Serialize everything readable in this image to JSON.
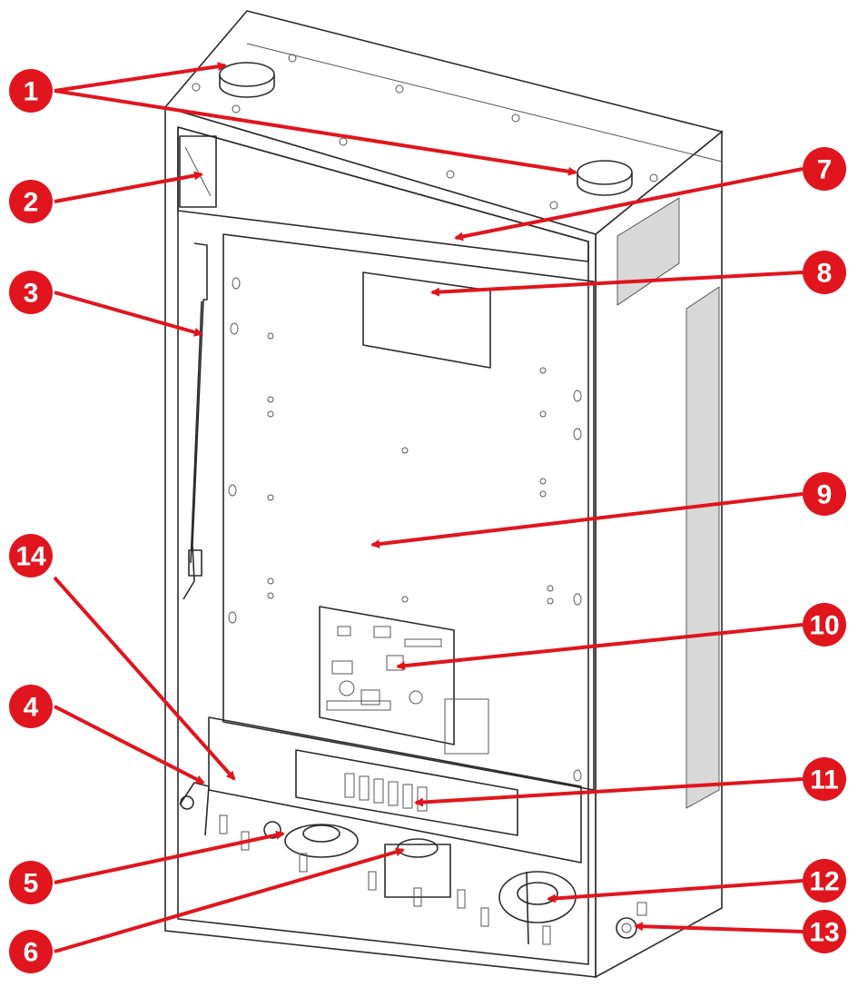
{
  "colors": {
    "accent": "#e0151d",
    "outline": "#2b2b2b",
    "background": "#ffffff"
  },
  "callouts": [
    {
      "id": "c1",
      "label": "1"
    },
    {
      "id": "c2",
      "label": "2"
    },
    {
      "id": "c3",
      "label": "3"
    },
    {
      "id": "c4",
      "label": "4"
    },
    {
      "id": "c5",
      "label": "5"
    },
    {
      "id": "c6",
      "label": "6"
    },
    {
      "id": "c7",
      "label": "7"
    },
    {
      "id": "c8",
      "label": "8"
    },
    {
      "id": "c9",
      "label": "9"
    },
    {
      "id": "c10",
      "label": "10"
    },
    {
      "id": "c11",
      "label": "11"
    },
    {
      "id": "c12",
      "label": "12"
    },
    {
      "id": "c13",
      "label": "13"
    },
    {
      "id": "c14",
      "label": "14"
    }
  ]
}
